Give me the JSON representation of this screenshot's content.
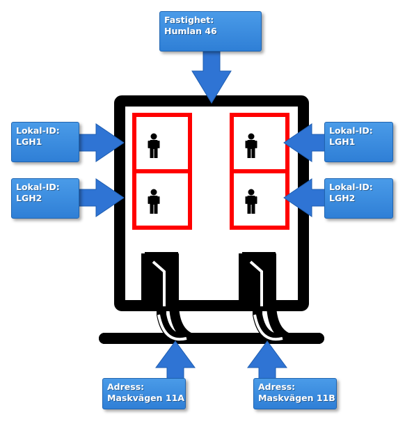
{
  "property_label": {
    "line1": "Fastighet:",
    "line2": "Humlan 46"
  },
  "units": {
    "top_left": {
      "line1": "Lokal-ID:",
      "line2": "LGH1"
    },
    "bottom_left": {
      "line1": "Lokal-ID:",
      "line2": "LGH2"
    },
    "top_right": {
      "line1": "Lokal-ID:",
      "line2": "LGH1"
    },
    "bottom_right": {
      "line1": "Lokal-ID:",
      "line2": "LGH2"
    }
  },
  "addresses": {
    "left": {
      "line1": "Adress:",
      "line2": "Maskvägen 11A"
    },
    "right": {
      "line1": "Adress:",
      "line2": "Maskvägen 11B"
    }
  },
  "colors": {
    "label_fill": "#3a8be0",
    "arrow_fill": "#2f74d4",
    "apartment_border": "#ff0000",
    "building_outline": "#000000"
  },
  "icons": [
    "person-icon",
    "arrow-icon"
  ]
}
